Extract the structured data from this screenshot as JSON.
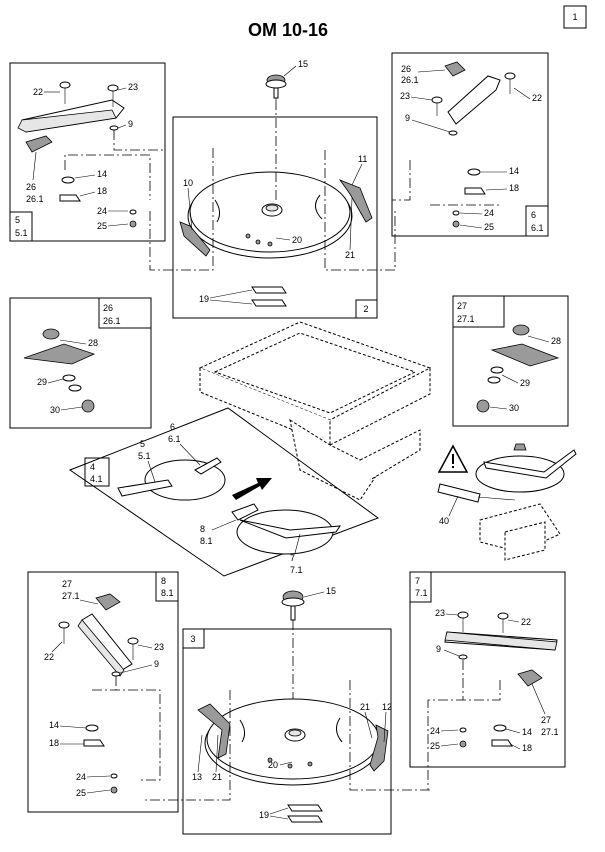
{
  "title": "OM 10-16",
  "page_number": "1",
  "callouts": {
    "c15a": "15",
    "c15b": "15",
    "c10": "10",
    "c11": "11",
    "c20a": "20",
    "c21a": "21",
    "c19a": "19",
    "box2": "2",
    "c22a": "22",
    "c23a": "23",
    "c9a": "9",
    "c26a": "26",
    "c26_1a": "26.1",
    "c14a": "14",
    "c18a": "18",
    "c24a": "24",
    "c25a": "25",
    "box5": "5",
    "box5_1": "5.1",
    "c26b": "26",
    "c26_1b": "26.1",
    "c23b": "23",
    "c22b": "22",
    "c9b": "9",
    "c14b": "14",
    "c18b": "18",
    "c24b": "24",
    "c25b": "25",
    "box6": "6",
    "box6_1": "6.1",
    "c26c": "26",
    "c26_1c": "26.1",
    "c28a": "28",
    "c29a": "29",
    "c30a": "30",
    "c27a": "27",
    "c27_1a": "27.1",
    "c28b": "28",
    "c29b": "29",
    "c30b": "30",
    "c4": "4",
    "c4_1": "4.1",
    "c5": "5",
    "c5_1": "5.1",
    "c6": "6",
    "c6_1": "6.1",
    "c8": "8",
    "c8_1": "8.1",
    "c7": "7",
    "c7_1": "7.1",
    "c40": "40",
    "c27b": "27",
    "c27_1b": "27.1",
    "c22c": "22",
    "c23c": "23",
    "c9c": "9",
    "c14c": "14",
    "c18c": "18",
    "c24c": "24",
    "c25c": "25",
    "box8": "8",
    "box8_1": "8.1",
    "box3": "3",
    "c13": "13",
    "c21b": "21",
    "c20b": "20",
    "c21c": "21",
    "c12": "12",
    "c19b": "19",
    "box7": "7",
    "box7_1": "7.1",
    "c23d": "23",
    "c22d": "22",
    "c9d": "9",
    "c27c": "27",
    "c27_1c": "27.1",
    "c14d": "14",
    "c24d": "24",
    "c25d": "25",
    "c18d": "18"
  },
  "icons": [
    "warning-triangle-icon",
    "direction-arrow-icon"
  ]
}
